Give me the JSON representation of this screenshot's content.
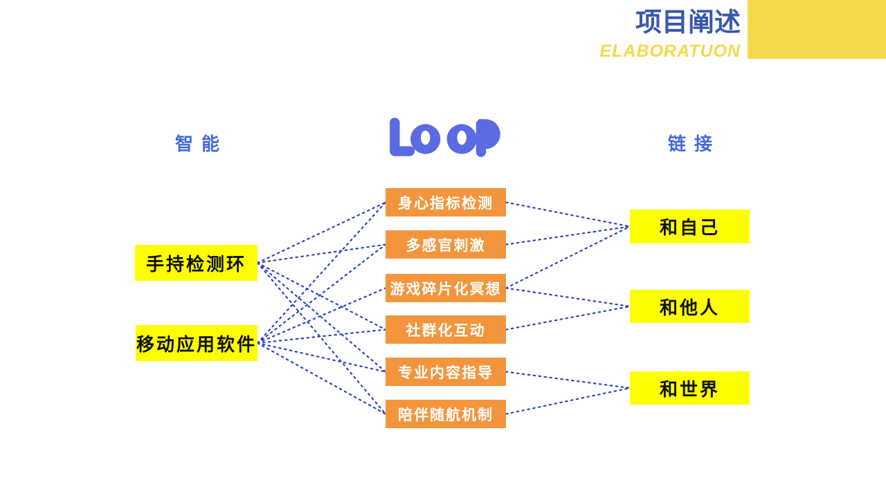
{
  "header": {
    "title": "项目阐述",
    "subtitle": "ELABORATUON"
  },
  "labels": {
    "left_column": "智能",
    "center_logo": "LOOP",
    "right_column": "链接"
  },
  "nodes": {
    "left": [
      {
        "key": "hand_ring",
        "label": "手持检测环"
      },
      {
        "key": "mobile_app",
        "label": "移动应用软件"
      }
    ],
    "middle": [
      {
        "key": "mind_body",
        "label": "身心指标检测"
      },
      {
        "key": "multi_sense",
        "label": "多感官刺激"
      },
      {
        "key": "game_meditation",
        "label": "游戏碎片化冥想"
      },
      {
        "key": "community",
        "label": "社群化互动"
      },
      {
        "key": "pro_content",
        "label": "专业内容指导"
      },
      {
        "key": "companion",
        "label": "陪伴随航机制"
      }
    ],
    "right": [
      {
        "key": "with_self",
        "label": "和自己"
      },
      {
        "key": "with_others",
        "label": "和他人"
      },
      {
        "key": "with_world",
        "label": "和世界"
      }
    ]
  },
  "connections": [
    {
      "from": "hand_ring",
      "to": "mind_body"
    },
    {
      "from": "hand_ring",
      "to": "multi_sense"
    },
    {
      "from": "hand_ring",
      "to": "community"
    },
    {
      "from": "hand_ring",
      "to": "pro_content"
    },
    {
      "from": "hand_ring",
      "to": "companion"
    },
    {
      "from": "mobile_app",
      "to": "mind_body"
    },
    {
      "from": "mobile_app",
      "to": "multi_sense"
    },
    {
      "from": "mobile_app",
      "to": "game_meditation"
    },
    {
      "from": "mobile_app",
      "to": "community"
    },
    {
      "from": "mobile_app",
      "to": "pro_content"
    },
    {
      "from": "mobile_app",
      "to": "companion"
    },
    {
      "from": "mind_body",
      "to": "with_self"
    },
    {
      "from": "multi_sense",
      "to": "with_self"
    },
    {
      "from": "game_meditation",
      "to": "with_self"
    },
    {
      "from": "game_meditation",
      "to": "with_others"
    },
    {
      "from": "community",
      "to": "with_others"
    },
    {
      "from": "pro_content",
      "to": "with_world"
    },
    {
      "from": "companion",
      "to": "with_world"
    }
  ],
  "colors": {
    "title_blue": "#3A57AE",
    "label_blue": "#4468DF",
    "logo_blue": "#5B6BE2",
    "header_yellow": "#F3D94A",
    "box_yellow": "#FDFF00",
    "box_orange": "#F3953C",
    "line_blue": "#2B42C4",
    "box_text_dark": "#111111",
    "box_text_light": "#FFFFFF"
  }
}
